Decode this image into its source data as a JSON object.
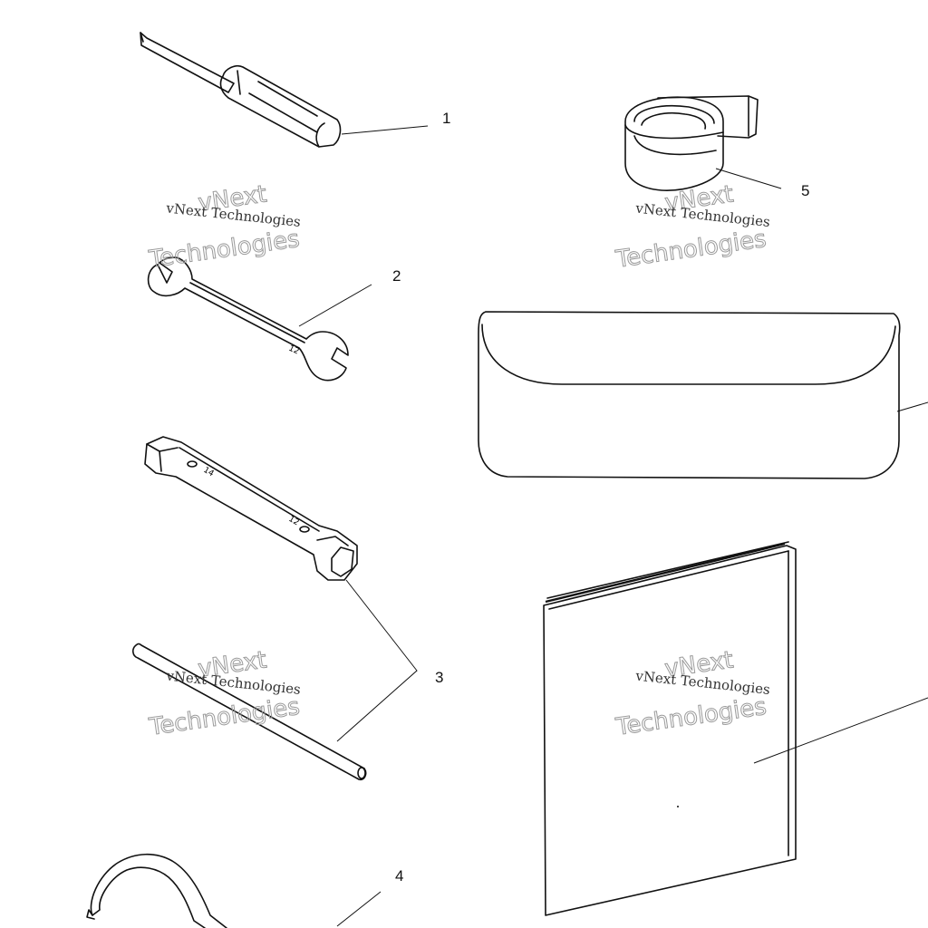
{
  "callouts": {
    "c1": "1",
    "c2": "2",
    "c3": "3",
    "c4": "4",
    "c5": "5"
  },
  "watermark": {
    "line1": "vNext Technologies",
    "line2": "vNext",
    "line3": "Technologies"
  },
  "colors": {
    "ink": "#111111",
    "watermark": "#9a9a9a"
  }
}
